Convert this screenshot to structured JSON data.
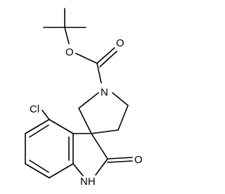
{
  "structure": {
    "atoms": {
      "oxygen_ester": "O",
      "oxygen_carbonyl_ester": "O",
      "nitrogen_pyrrolidine": "N",
      "chlorine": "Cl",
      "oxygen_lactam": "O",
      "nitrogen_lactam": "NH"
    }
  }
}
